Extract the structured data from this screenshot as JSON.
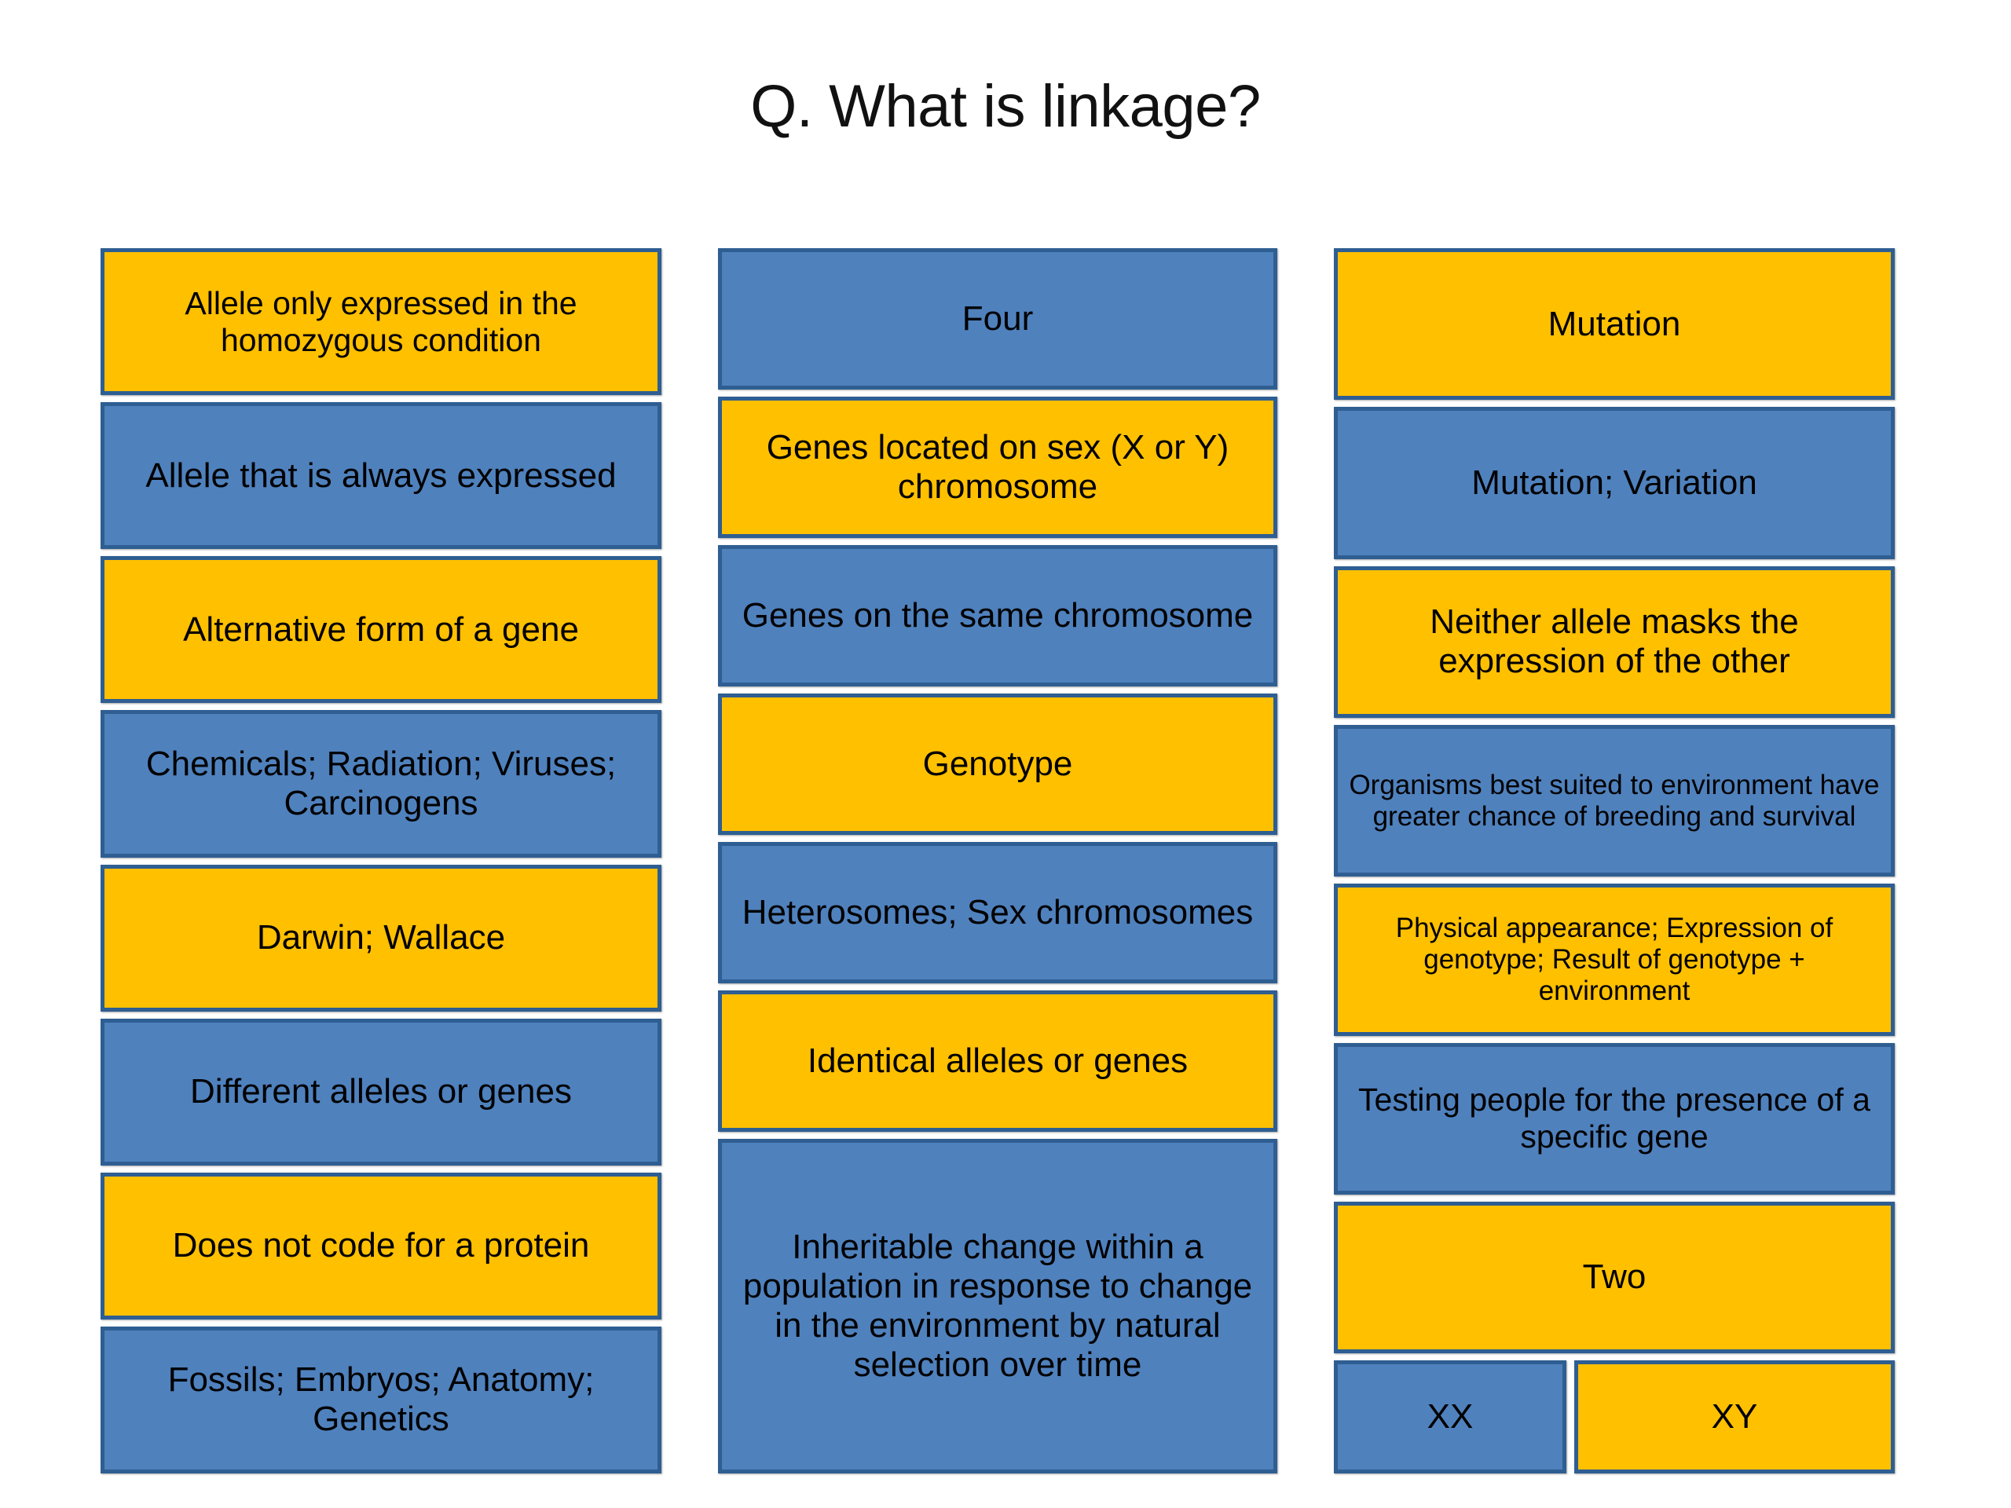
{
  "slide": {
    "title": "Q. What is linkage?",
    "background_color": "#FFFFFF",
    "palette": {
      "yellow_fill": "#FFC000",
      "blue_fill": "#4F81BD",
      "border": "#2E5E92",
      "text": "#000000"
    }
  },
  "columns": [
    {
      "name": "column-1",
      "cards": [
        {
          "text": "Allele only expressed in the homozygous condition",
          "color": "yellow",
          "size": "md",
          "lines": 2
        },
        {
          "text": "Allele that is always expressed",
          "color": "blue",
          "size": "lg",
          "lines": 2
        },
        {
          "text": "Alternative form of a gene",
          "color": "yellow",
          "size": "lg",
          "lines": 2
        },
        {
          "text": "Chemicals; Radiation; Viruses; Carcinogens",
          "color": "blue",
          "size": "lg",
          "lines": 2
        },
        {
          "text": "Darwin; Wallace",
          "color": "yellow",
          "size": "lg",
          "lines": 1
        },
        {
          "text": "Different alleles or genes",
          "color": "blue",
          "size": "lg",
          "lines": 1
        },
        {
          "text": "Does not code for a protein",
          "color": "yellow",
          "size": "lg",
          "lines": 2
        },
        {
          "text": "Fossils; Embryos; Anatomy; Genetics",
          "color": "blue",
          "size": "lg",
          "lines": 2
        }
      ]
    },
    {
      "name": "column-2",
      "cards": [
        {
          "text": "Four",
          "color": "blue",
          "size": "lg",
          "lines": 1
        },
        {
          "text": "Genes located on sex (X or Y) chromosome",
          "color": "yellow",
          "size": "lg",
          "lines": 2
        },
        {
          "text": "Genes on the same chromosome",
          "color": "blue",
          "size": "lg",
          "lines": 2
        },
        {
          "text": "Genotype",
          "color": "yellow",
          "size": "lg",
          "lines": 1
        },
        {
          "text": "Heterosomes; Sex chromosomes",
          "color": "blue",
          "size": "lg",
          "lines": 2
        },
        {
          "text": "Identical alleles or genes",
          "color": "yellow",
          "size": "lg",
          "lines": 1
        },
        {
          "text": "Inheritable change within a population in response to change in the environment by natural selection over time",
          "color": "blue",
          "size": "lg",
          "lines": 5
        }
      ]
    },
    {
      "name": "column-3",
      "cards": [
        {
          "text": "Mutation",
          "color": "yellow",
          "size": "lg",
          "lines": 1
        },
        {
          "text": "Mutation; Variation",
          "color": "blue",
          "size": "lg",
          "lines": 1
        },
        {
          "text": "Neither allele masks the expression of the other",
          "color": "yellow",
          "size": "lg",
          "lines": 2
        },
        {
          "text": "Organisms best suited to environment have greater chance of breeding and survival",
          "color": "blue",
          "size": "sm",
          "lines": 3
        },
        {
          "text": "Physical appearance; Expression of genotype; Result of genotype + environment",
          "color": "yellow",
          "size": "sm",
          "lines": 3
        },
        {
          "text": "Testing people for the presence of a specific gene",
          "color": "blue",
          "size": "md",
          "lines": 2
        },
        {
          "text": "Two",
          "color": "yellow",
          "size": "lg",
          "lines": 1
        }
      ],
      "split_row": {
        "name": "sex-chromosome-pair-row",
        "left": {
          "text": "XX",
          "color": "blue",
          "size": "lg"
        },
        "right": {
          "text": "XY",
          "color": "yellow",
          "size": "lg"
        }
      }
    }
  ]
}
